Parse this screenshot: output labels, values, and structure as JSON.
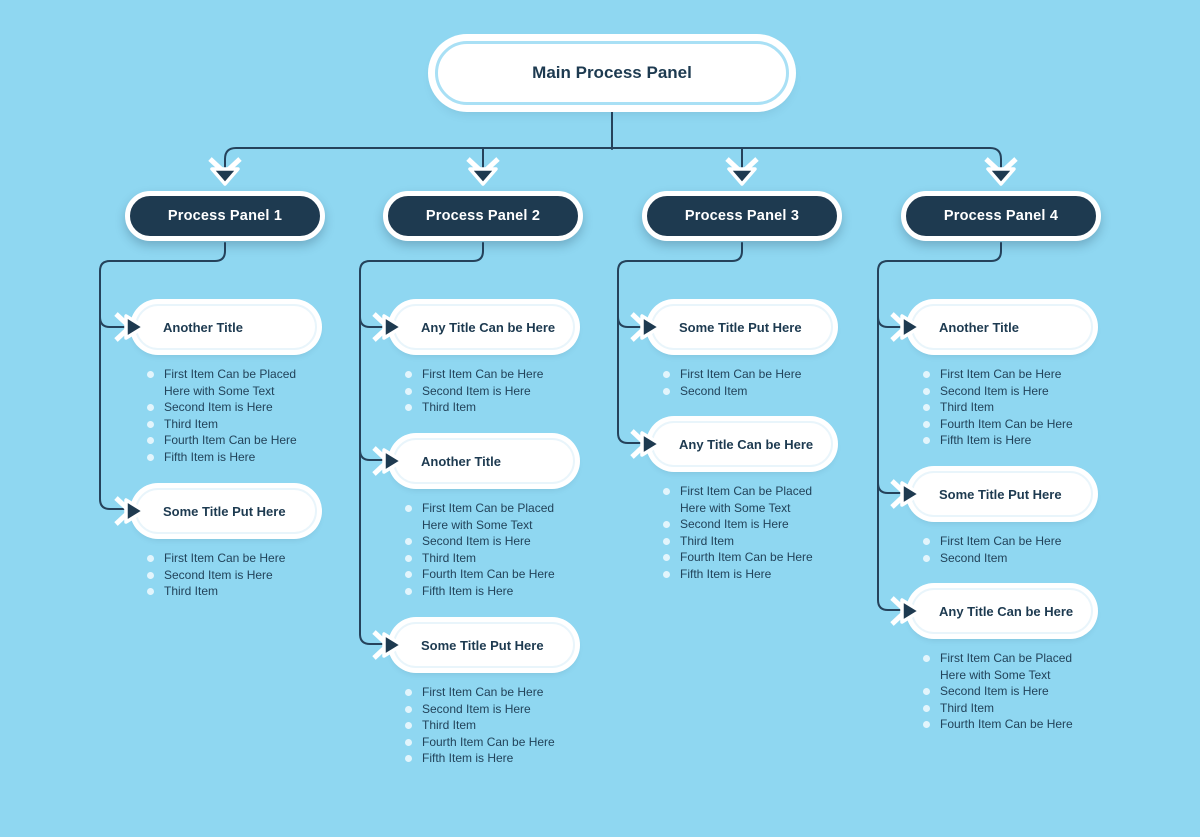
{
  "main_panel": {
    "title": "Main Process Panel"
  },
  "columns": [
    {
      "panel_title": "Process Panel 1",
      "sections": [
        {
          "title": "Another Title",
          "items": [
            "First Item Can be Placed Here with Some Text",
            "Second Item is Here",
            "Third Item",
            "Fourth Item Can be Here",
            "Fifth Item is Here"
          ]
        },
        {
          "title": "Some Title Put Here",
          "items": [
            "First Item Can be Here",
            "Second Item is Here",
            "Third Item"
          ]
        }
      ]
    },
    {
      "panel_title": "Process Panel 2",
      "sections": [
        {
          "title": "Any Title Can be Here",
          "items": [
            "First Item Can be Here",
            "Second Item is Here",
            "Third Item"
          ]
        },
        {
          "title": "Another Title",
          "items": [
            "First Item Can be Placed Here with Some Text",
            "Second Item is Here",
            "Third Item",
            "Fourth Item Can be Here",
            "Fifth Item is Here"
          ]
        },
        {
          "title": "Some Title Put Here",
          "items": [
            "First Item Can be Here",
            "Second Item is Here",
            "Third Item",
            "Fourth Item Can be Here",
            "Fifth Item is Here"
          ]
        }
      ]
    },
    {
      "panel_title": "Process Panel 3",
      "sections": [
        {
          "title": "Some Title Put Here",
          "items": [
            "First Item Can be Here",
            "Second Item"
          ]
        },
        {
          "title": "Any Title Can be Here",
          "items": [
            "First Item Can be Placed Here with Some Text",
            "Second Item is Here",
            "Third Item",
            "Fourth Item Can be Here",
            "Fifth Item is Here"
          ]
        }
      ]
    },
    {
      "panel_title": "Process Panel 4",
      "sections": [
        {
          "title": "Another Title",
          "items": [
            "First Item Can be Here",
            "Second Item is Here",
            "Third Item",
            "Fourth Item Can be Here",
            "Fifth Item is Here"
          ]
        },
        {
          "title": "Some Title Put Here",
          "items": [
            "First Item Can be Here",
            "Second Item"
          ]
        },
        {
          "title": "Any Title Can be Here",
          "items": [
            "First Item Can be Placed Here with Some Text",
            "Second Item is Here",
            "Third Item",
            "Fourth Item Can be Here"
          ]
        }
      ]
    }
  ],
  "colors": {
    "background": "#8FD7F1",
    "dark_navy": "#1E3A50",
    "connector": "#25425B",
    "white": "#FFFFFF",
    "main_panel_border": "#A9E0F5",
    "bullet": "#EAF7FD"
  }
}
